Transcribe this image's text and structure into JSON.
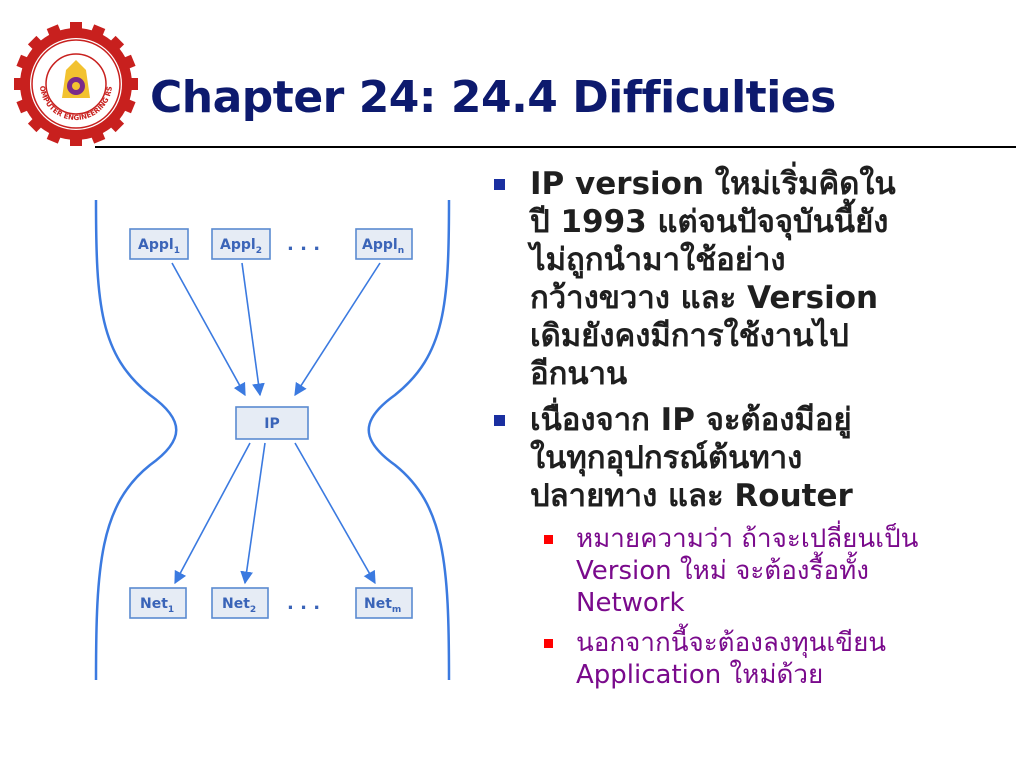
{
  "slide": {
    "title": "Chapter 24: 24.4 Difficulties"
  },
  "diagram": {
    "apps": [
      {
        "base": "Appl",
        "sub": "1"
      },
      {
        "base": "Appl",
        "sub": "2"
      },
      {
        "base": "Appl",
        "sub": "n"
      }
    ],
    "app_ellipsis": ". . .",
    "center": "IP",
    "nets": [
      {
        "base": "Net",
        "sub": "1"
      },
      {
        "base": "Net",
        "sub": "2"
      },
      {
        "base": "Net",
        "sub": "m"
      }
    ],
    "net_ellipsis": ". . ."
  },
  "bullets": [
    {
      "lines": [
        "IP version ใหม่เริ่มคิดใน",
        "ปี 1993 แต่จนปัจจุบันนี้ยัง",
        "ไม่ถูกนำมาใช้อย่าง",
        "กว้างขวาง และ Version",
        "เดิมยังคงมีการใช้งานไป",
        "อีกนาน"
      ]
    },
    {
      "lines": [
        "เนื่องจาก IP จะต้องมีอยู่",
        "ในทุกอุปกรณ์ต้นทาง",
        "ปลายทาง และ Router"
      ],
      "sub": [
        {
          "lines": [
            "หมายความว่า ถ้าจะเปลี่ยนเป็น",
            "Version ใหม่ จะต้องรื้อทั้ง",
            "Network"
          ]
        },
        {
          "lines": [
            "นอกจากนี้จะต้องลงทุนเขียน",
            "Application ใหม่ด้วย"
          ]
        }
      ]
    }
  ],
  "colors": {
    "title": "#0d1a6e",
    "bullet_l1": "#1a2fa0",
    "bullet_l2": "#ff0000",
    "sub_text": "#7a0a8c",
    "diagram_stroke": "#5a8ad0"
  },
  "logo": {
    "icon": "university-seal-gear-icon",
    "text": "COMPUTER ENGINEERING RSU"
  }
}
